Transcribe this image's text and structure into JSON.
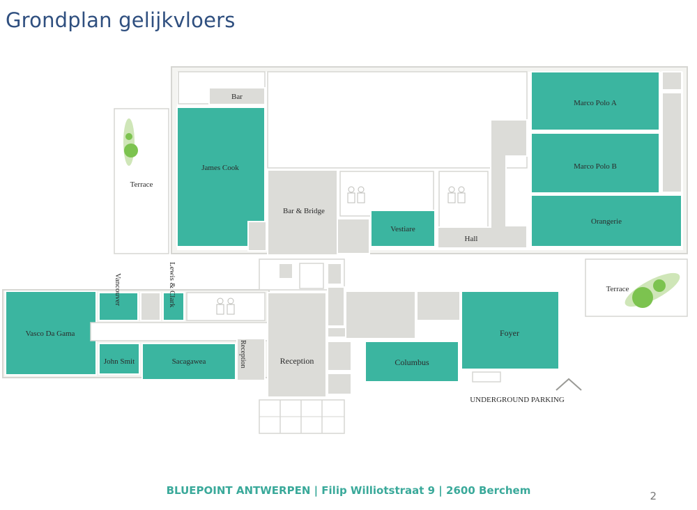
{
  "title": "Grondplan gelijkvloers",
  "rooms": {
    "bar": "Bar",
    "james_cook": "James Cook",
    "terrace_left": "Terrace",
    "bar_bridge": "Bar & Bridge",
    "vestiare": "Vestiare",
    "hall": "Hall",
    "marco_polo_a": "Marco Polo A",
    "marco_polo_b": "Marco Polo B",
    "orangerie": "Orangerie",
    "terrace_right": "Terrace",
    "vancouver": "Vancouver",
    "lewis_clark": "Lewis & Clark",
    "vasco_da_gama": "Vasco Da Gama",
    "john_smit": "John Smit",
    "sacagawea": "Sacagawea",
    "reception_small": "Reception",
    "reception": "Reception",
    "columbus": "Columbus",
    "foyer": "Foyer",
    "underground_parking": "UNDERGROUND PARKING"
  },
  "colors": {
    "room": "#3bb5a0",
    "corridor": "#dcdcd8",
    "title": "#2f4f7f",
    "footer": "#3aa99a"
  },
  "footer": "BLUEPOINT ANTWERPEN | Filip Williotstraat 9 | 2600 Berchem",
  "page_number": "2"
}
